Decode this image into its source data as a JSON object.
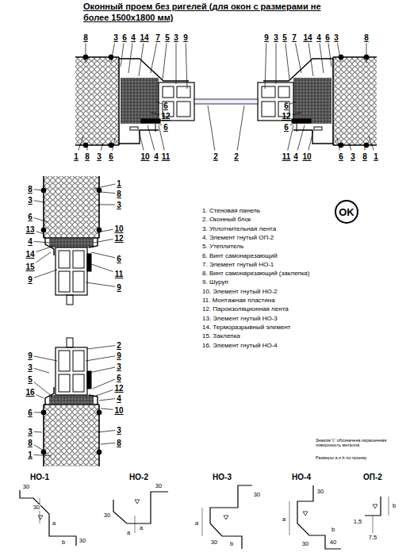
{
  "diagram": {
    "title": "Оконный проем без ригелей (для окон с размерами не более 1500х1800 мм)",
    "nodes": [
      {
        "text": [
          "OK"
        ]
      }
    ],
    "labels": [
      "8",
      "3",
      "6",
      "4",
      "14",
      "7",
      "5",
      "3",
      "9",
      "1",
      "8",
      "3",
      "6",
      "10",
      "4",
      "11",
      "6",
      "12",
      "6",
      "2",
      "9",
      "3",
      "5",
      "7",
      "14",
      "4",
      "6",
      "3",
      "8",
      "6",
      "12",
      "6",
      "2",
      "11",
      "4",
      "10",
      "6",
      "3",
      "8",
      "1",
      "8",
      "3",
      "6",
      "13",
      "4",
      "14",
      "15",
      "9",
      "1",
      "8",
      "3",
      "10",
      "12",
      "6",
      "11",
      "9",
      "1. Стеновая панель",
      "2. Оконный блок",
      "3. Уплотнительная лента",
      "4. Элемент гнутый ОП-2",
      "5. Утеплитель",
      "6. Винт самонарезающий",
      "7. Элемент гнутый НО-1",
      "8. Винт самонарезающий (заклепка)",
      "9. Шуруп",
      "10. Элемент гнутый НО-2",
      "11. Монтажная пластина",
      "12. Пароизоляционная лента",
      "13. Элемент гнутый НО-3",
      "14. Терморазрывный элемент",
      "15. Заклепка",
      "16. Элемент гнутый НО-4",
      "2",
      "9",
      "3",
      "6",
      "12",
      "4",
      "10",
      "3",
      "8",
      "9",
      "3",
      "5",
      "16",
      "6",
      "3",
      "8",
      "1",
      "Знаком ▽ обозначена окрашенная поверхность металла",
      "Размеры a и b по проему",
      "НО-1",
      "НО-2",
      "НО-3",
      "НО-4",
      "ОП-2",
      "30",
      "30",
      "a",
      "b",
      "30",
      "30",
      "a",
      "30",
      "a",
      "30",
      "a",
      "b",
      "30",
      "30",
      "a",
      "b",
      "30",
      "40",
      "b",
      "7,5",
      "1,5"
    ]
  }
}
